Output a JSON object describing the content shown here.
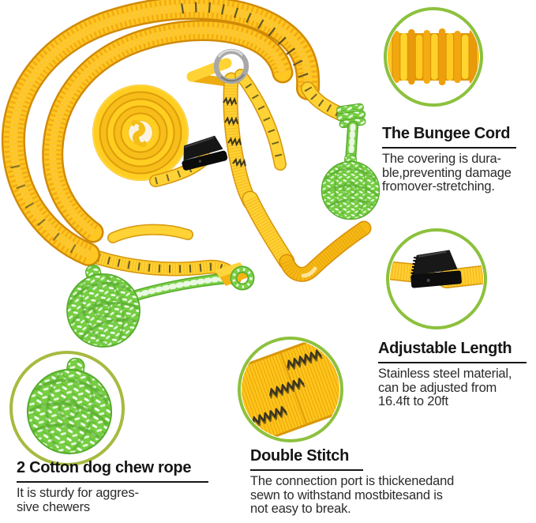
{
  "callouts": {
    "bungee": {
      "title": "The Bungee Cord",
      "lines": [
        "The covering is dura-",
        "ble,preventing damage",
        "fromover-stretching."
      ]
    },
    "adjustable": {
      "title": "Adjustable Length",
      "lines": [
        "Stainless steel material,",
        "can be adjusted from",
        "16.4ft to 20ft"
      ]
    },
    "stitch": {
      "title": "Double Stitch",
      "lines": [
        "The connection port is thickenedand",
        "sewn to withstand mostbitesand is",
        "not easy to break."
      ]
    },
    "rope": {
      "title": "2 Cotton dog chew rope",
      "lines": [
        "It is sturdy for aggres-",
        "sive chewers"
      ]
    }
  },
  "colors": {
    "callout_ring_green": "#8cc13d",
    "callout_ring_olive": "#a6bb40",
    "leash_yellow": "#ffc722",
    "webbing_gold": "#f2a70f",
    "rope_green": "#76ce43",
    "buckle_black": "#141414",
    "d_ring_silver": "#a8a8a8",
    "stitch_thread_dark": "#3a351f",
    "heading_text": "#151515",
    "body_text": "#2b2b2b"
  }
}
